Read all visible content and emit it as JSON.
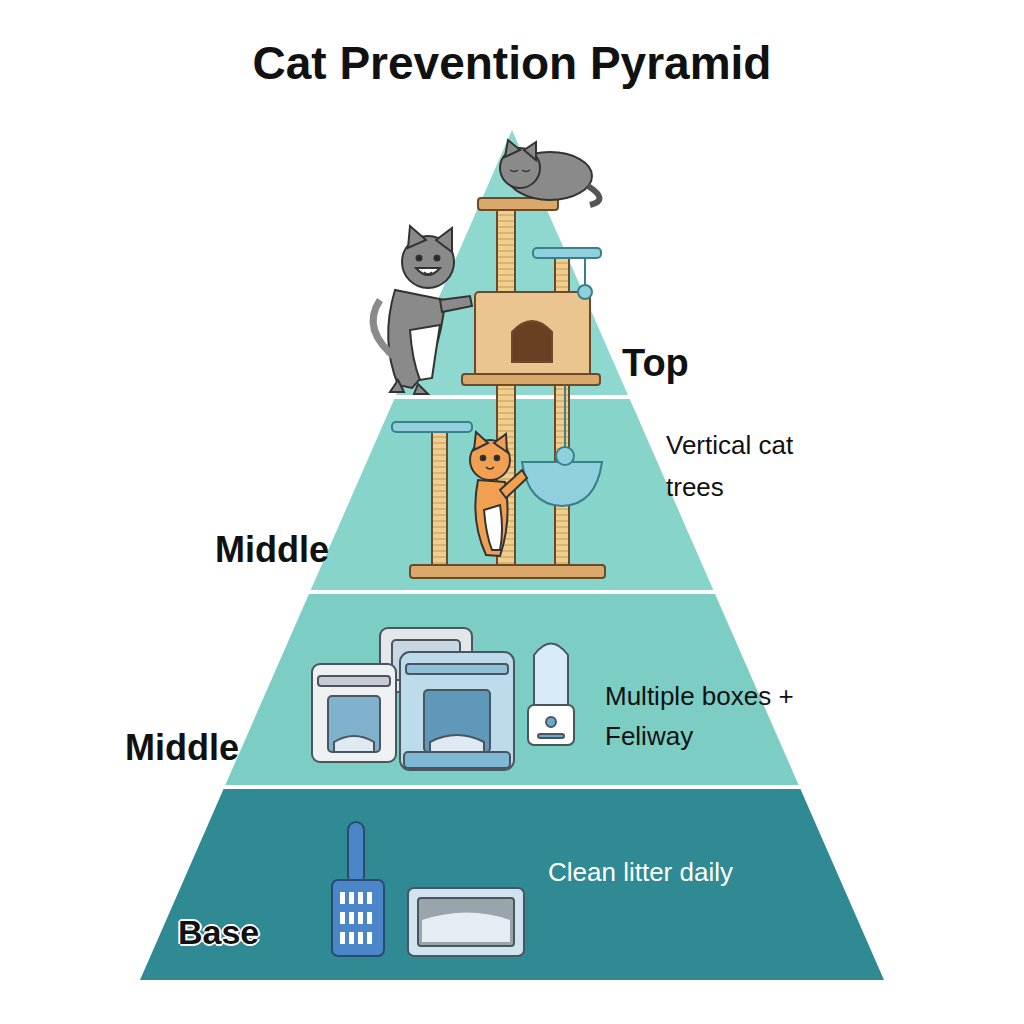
{
  "diagram": {
    "title": "Cat Prevention Pyramid",
    "nodes": [
      {
        "text": [
          "Top"
        ]
      },
      {
        "text": [
          "Middle",
          "Vertical cat trees"
        ]
      },
      {
        "text": [
          "Middle",
          "Multiple boxes + Feliway"
        ]
      },
      {
        "text": [
          "Base",
          "Clean litter daily"
        ]
      }
    ]
  }
}
